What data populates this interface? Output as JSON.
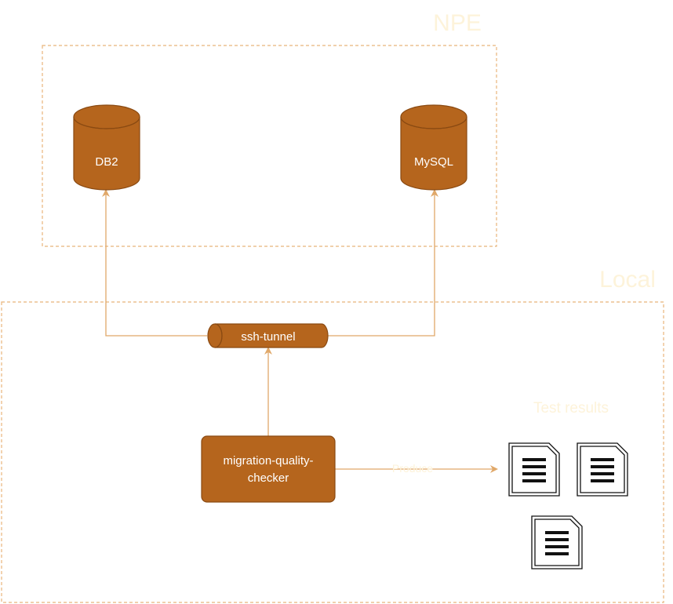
{
  "colors": {
    "accent": "#b5651d",
    "accent_stroke": "#8a4a12",
    "edge": "#e0a869",
    "zone_border": "#e8b47a",
    "faint_text": "#fdf3da",
    "doc_stroke": "#111111"
  },
  "zones": {
    "npe": {
      "label": "NPE"
    },
    "local": {
      "label": "Local"
    }
  },
  "nodes": {
    "db2": {
      "label": "DB2"
    },
    "mysql": {
      "label": "MySQL"
    },
    "ssh_tunnel": {
      "label": "ssh-tunnel"
    },
    "checker": {
      "line1": "migration-quality-",
      "line2": "checker"
    }
  },
  "edges": {
    "checker_to_results": {
      "label": "Produce"
    }
  },
  "results": {
    "label": "Test results",
    "icon": "document-icon",
    "count": 3
  }
}
